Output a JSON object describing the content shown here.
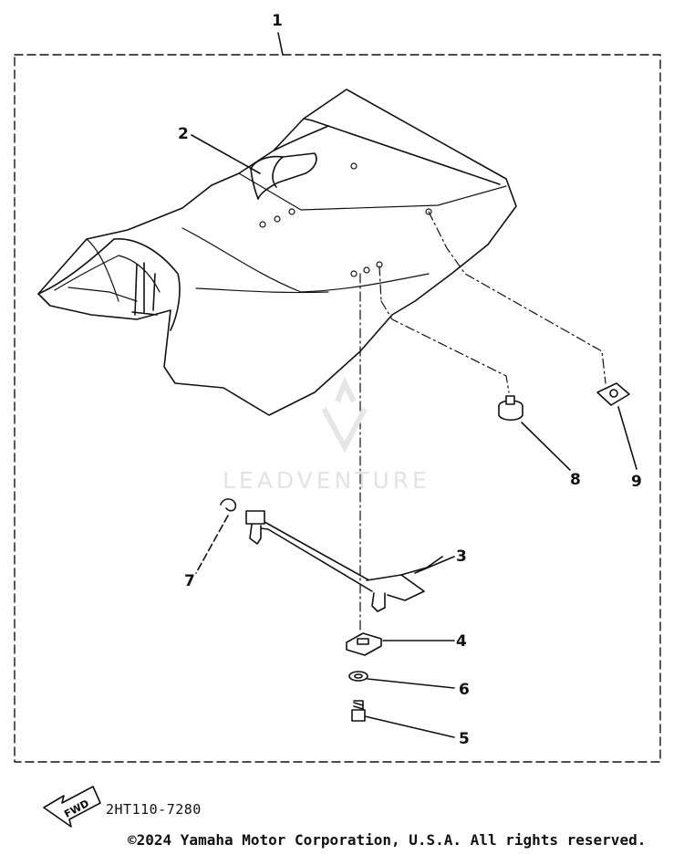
{
  "callouts": {
    "c1": "1",
    "c2": "2",
    "c3": "3",
    "c4": "4",
    "c5": "5",
    "c6": "6",
    "c7": "7",
    "c8": "8",
    "c9": "9"
  },
  "direction_label": "FWD",
  "diagram_code": "2HT110-7280",
  "watermark": "LEADVENTURE",
  "copyright": "©2024 Yamaha Motor Corporation, U.S.A. All rights reserved."
}
